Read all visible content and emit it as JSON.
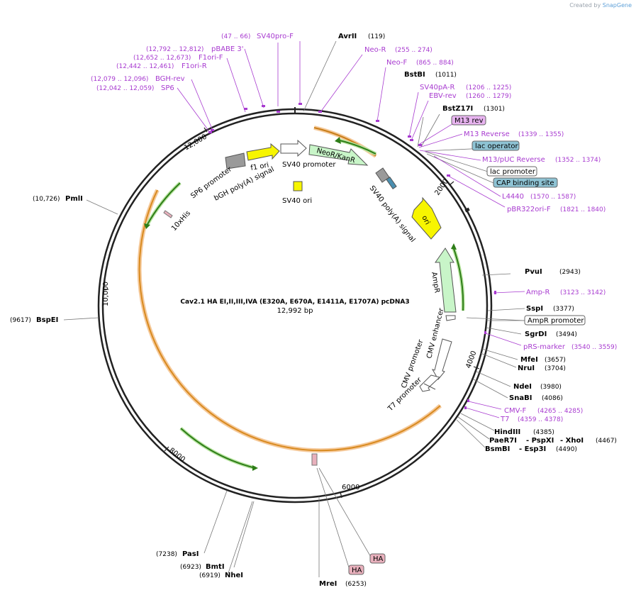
{
  "credit": {
    "prefix": "Created by",
    "brand": "SnapGene"
  },
  "plasmid": {
    "name": "Cav2.1 HA EI,II,III,IVA (E320A, E670A, E1411A, E1707A) pcDNA3",
    "length_label": "12,992 bp"
  },
  "ticks": [
    "2000",
    "4000",
    "6000",
    "8000",
    "10,000",
    "12,000"
  ],
  "enzymes": [
    {
      "name": "AvrII",
      "pos": "(119)"
    },
    {
      "name": "BstBI",
      "pos": "(1011)"
    },
    {
      "name": "BstZ17I",
      "pos": "(1301)"
    },
    {
      "name": "PvuI",
      "pos": "(2943)"
    },
    {
      "name": "SspI",
      "pos": "(3377)"
    },
    {
      "name": "SgrDI",
      "pos": "(3494)"
    },
    {
      "name": "MfeI",
      "pos": "(3657)"
    },
    {
      "name": "NruI",
      "pos": "(3704)"
    },
    {
      "name": "NdeI",
      "pos": "(3980)"
    },
    {
      "name": "SnaBI",
      "pos": "(4086)"
    },
    {
      "name": "HindIII",
      "pos": "(4385)"
    },
    {
      "name": "PaeR7I",
      "pos": ""
    },
    {
      "name": "- PspXI",
      "pos": ""
    },
    {
      "name": "- XhoI",
      "pos": "(4467)"
    },
    {
      "name": "BsmBI",
      "pos": ""
    },
    {
      "name": "- Esp3I",
      "pos": "(4490)"
    },
    {
      "name": "MreI",
      "pos": "(6253)"
    },
    {
      "name": "NheI",
      "pos": "(6919)"
    },
    {
      "name": "BmtI",
      "pos": "(6923)"
    },
    {
      "name": "PasI",
      "pos": "(7238)"
    },
    {
      "name": "BspEI",
      "pos": "(9617)"
    },
    {
      "name": "PmlI",
      "pos": "(10,726)"
    }
  ],
  "primers": [
    {
      "name": "SV40pro-F",
      "pos": "(47 .. 66)"
    },
    {
      "name": "pBABE 3'",
      "pos": "(12,792 .. 12,812)"
    },
    {
      "name": "F1ori-F",
      "pos": "(12,652 .. 12,673)"
    },
    {
      "name": "F1ori-R",
      "pos": "(12,442 .. 12,461)"
    },
    {
      "name": "BGH-rev",
      "pos": "(12,079 .. 12,096)"
    },
    {
      "name": "SP6",
      "pos": "(12,042 .. 12,059)"
    },
    {
      "name": "Neo-R",
      "pos": "(255 .. 274)"
    },
    {
      "name": "Neo-F",
      "pos": "(865 .. 884)"
    },
    {
      "name": "SV40pA-R",
      "pos": "(1206 .. 1225)"
    },
    {
      "name": "EBV-rev",
      "pos": "(1260 .. 1279)"
    },
    {
      "name": "M13 Reverse",
      "pos": "(1339 .. 1355)"
    },
    {
      "name": "M13/pUC Reverse",
      "pos": "(1352 .. 1374)"
    },
    {
      "name": "L4440",
      "pos": "(1570 .. 1587)"
    },
    {
      "name": "pBR322ori-F",
      "pos": "(1821 .. 1840)"
    },
    {
      "name": "Amp-R",
      "pos": "(3123 .. 3142)"
    },
    {
      "name": "pRS-marker",
      "pos": "(3540 .. 3559)"
    },
    {
      "name": "CMV-F",
      "pos": "(4265 .. 4285)"
    },
    {
      "name": "T7",
      "pos": "(4359 .. 4378)"
    }
  ],
  "boxed_labels": [
    {
      "name": "M13 rev",
      "color": "#e8b4f0"
    },
    {
      "name": "lac operator",
      "color": "#8ec3d4"
    },
    {
      "name": "lac promoter",
      "color": "#ffffff"
    },
    {
      "name": "CAP binding site",
      "color": "#8ec3d4"
    },
    {
      "name": "AmpR promoter",
      "color": "#ffffff"
    },
    {
      "name": "HA",
      "color": "#e8b0bc"
    },
    {
      "name": "HA",
      "color": "#e8b0bc"
    }
  ],
  "features": [
    "f1 ori",
    "SV40 promoter",
    "NeoR/KanR",
    "SV40 poly(A) signal",
    "SV40 ori",
    "bGH poly(A) signal",
    "SP6 promoter",
    "10xHis",
    "ori",
    "AmpR",
    "CMV enhancer",
    "CMV promoter",
    "T7 promoter"
  ],
  "colors": {
    "backbone": "#222222",
    "primer": "#a83bd0",
    "cds_orange": "#e9a23a",
    "orf_green": "#3a8d23",
    "ori_yellow": "#f7f500",
    "neo_green": "#c8f5c8",
    "grey": "#9a9a9a"
  }
}
